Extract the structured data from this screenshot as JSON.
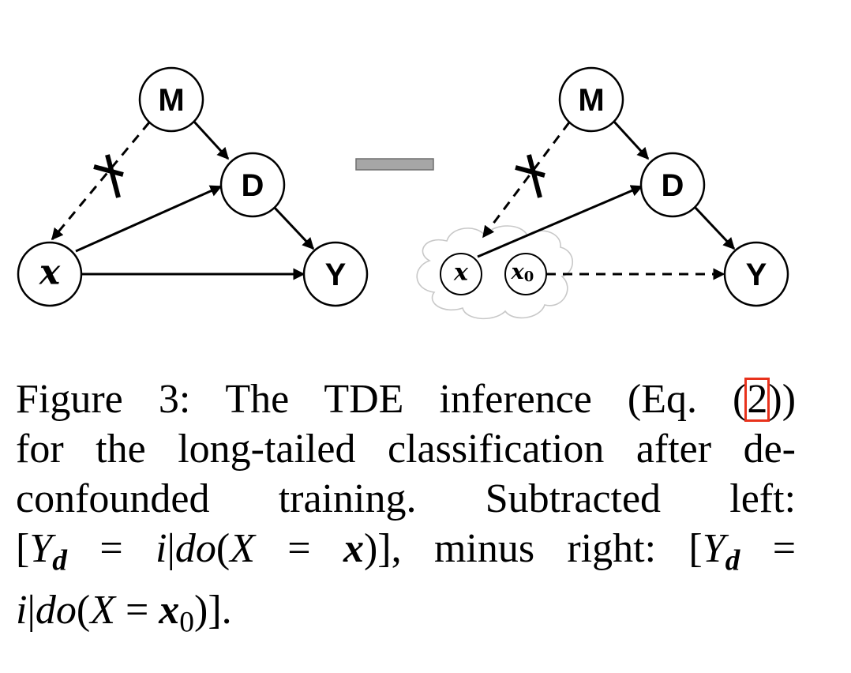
{
  "diagram": {
    "left": {
      "nodes": {
        "m": "M",
        "d": "D",
        "y": "Y",
        "x": "x"
      }
    },
    "operator": "minus",
    "right": {
      "nodes": {
        "m": "M",
        "d": "D",
        "y": "Y",
        "x": "x",
        "x0": "x",
        "x0_sub": "0"
      }
    }
  },
  "caption": {
    "label": "Figure 3:",
    "line1_text": "The TDE inference (Eq. (",
    "eq_ref": "2",
    "line1_close": "))",
    "line2": "for the long-tailed classification after de-",
    "line3_a": "confounded training.",
    "line3_b": "Subtracted left:",
    "math": {
      "open": "[",
      "Y": "Y",
      "d": "d",
      "eq": "=",
      "i": "i",
      "bar": "|",
      "do": "do",
      "lp": "(",
      "X": "X",
      "x": "x",
      "rp": ")",
      "close": "]",
      "zero": "0",
      "period": "."
    },
    "minus_right": ", minus right:"
  }
}
